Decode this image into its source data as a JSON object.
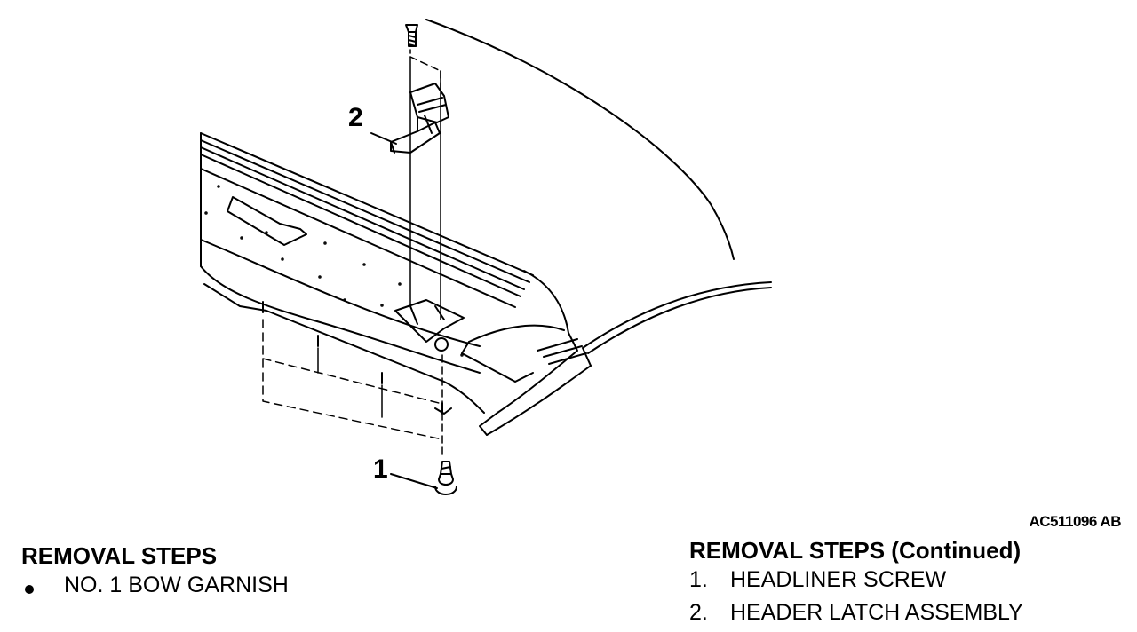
{
  "diagram": {
    "callouts": [
      {
        "id": "1",
        "label": "1"
      },
      {
        "id": "2",
        "label": "2"
      }
    ],
    "figure_code": "AC511096 AB"
  },
  "removal_steps": {
    "heading": "REMOVAL STEPS",
    "items": [
      {
        "marker": "bullet",
        "text": "NO. 1 BOW GARNISH"
      }
    ]
  },
  "removal_steps_continued": {
    "heading": "REMOVAL STEPS (Continued)",
    "items": [
      {
        "number": "1.",
        "text": "HEADLINER SCREW"
      },
      {
        "number": "2.",
        "text": "HEADER LATCH ASSEMBLY"
      }
    ]
  }
}
